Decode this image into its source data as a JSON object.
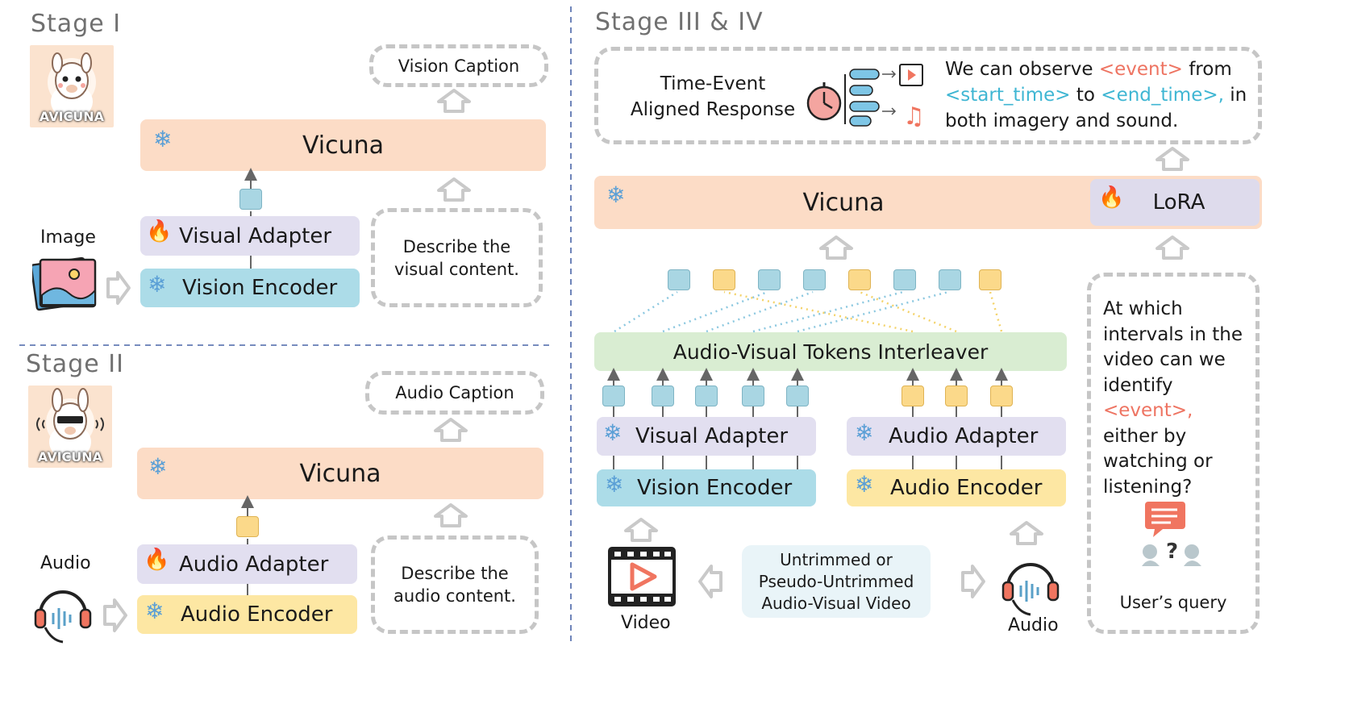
{
  "stage1": {
    "title": "Stage I",
    "logo_text": "AVICUNA",
    "image_label": "Image",
    "output": "Vision Caption",
    "vicuna": "Vicuna",
    "adapter": "Visual Adapter",
    "encoder": "Vision Encoder",
    "prompt": "Describe the visual content."
  },
  "stage2": {
    "title": "Stage II",
    "logo_text": "AVICUNA",
    "audio_label": "Audio",
    "output": "Audio Caption",
    "vicuna": "Vicuna",
    "adapter": "Audio Adapter",
    "encoder": "Audio Encoder",
    "prompt": "Describe the audio content."
  },
  "stage34": {
    "title": "Stage III & IV",
    "response_label": "Time-Event Aligned Response",
    "response_text": {
      "p1": "We can observe ",
      "event": "<event>",
      "p2": " from ",
      "start": "<start_time>",
      "p3": " to ",
      "end": "<end_time>,",
      "p4": " in both imagery and sound."
    },
    "vicuna": "Vicuna",
    "lora": "LoRA",
    "interleaver": "Audio-Visual Tokens Interleaver",
    "visual_adapter": "Visual Adapter",
    "vision_encoder": "Vision Encoder",
    "audio_adapter": "Audio Adapter",
    "audio_encoder": "Audio Encoder",
    "source": "Untrimmed or Pseudo-Untrimmed Audio-Visual Video",
    "video_label": "Video",
    "audio_label": "Audio",
    "query": {
      "p1": "At which intervals in the video can we identify ",
      "event": "<event>,",
      "p2": " either by watching or listening?"
    },
    "query_label": "User’s query",
    "interleaved_tokens": [
      "visual",
      "audio",
      "visual",
      "visual",
      "audio",
      "visual",
      "visual",
      "audio"
    ]
  },
  "colors": {
    "vicuna": "#fcdcc6",
    "adapter": "#e2dff0",
    "vision_encoder": "#acdce8",
    "audio_encoder": "#fde7a3",
    "interleaver": "#d9edd2",
    "highlight_red": "#ee7462",
    "highlight_teal": "#3fb6d3"
  },
  "icons": [
    "snowflake-icon",
    "fire-icon",
    "image-icon",
    "headphones-icon",
    "video-icon",
    "timer-icon",
    "music-icon",
    "chat-icon"
  ]
}
